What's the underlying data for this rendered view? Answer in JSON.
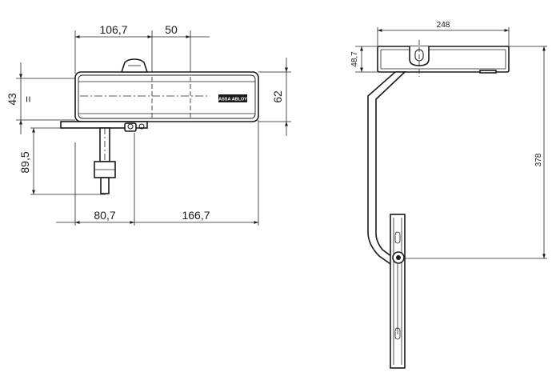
{
  "front_view": {
    "dimensions": {
      "width_left": "106,7",
      "width_right": "50",
      "height_left": "43",
      "equal_mark": "=",
      "height_right": "62",
      "arm_drop": "89,5",
      "offset_left": "80,7",
      "offset_right": "166,7"
    },
    "logo_text": "ASSA ABLOY"
  },
  "side_view": {
    "dimensions": {
      "width_top": "248",
      "height_body": "48,7",
      "height_total": "378"
    }
  }
}
